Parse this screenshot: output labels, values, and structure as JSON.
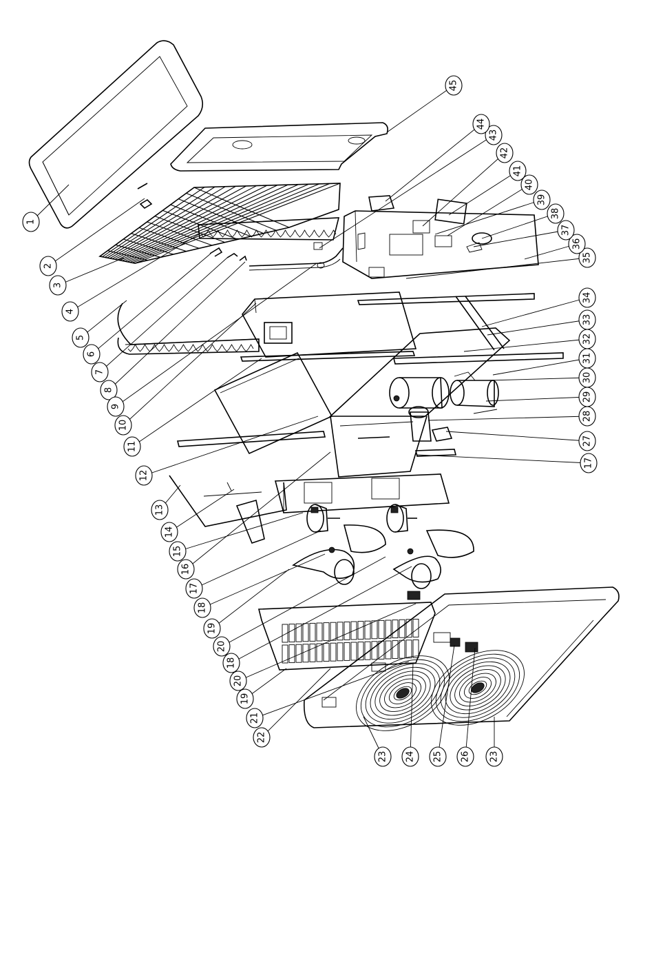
{
  "callouts": [
    {
      "label": "1"
    },
    {
      "label": "2"
    },
    {
      "label": "3"
    },
    {
      "label": "4"
    },
    {
      "label": "5"
    },
    {
      "label": "6"
    },
    {
      "label": "7"
    },
    {
      "label": "8"
    },
    {
      "label": "9"
    },
    {
      "label": "10"
    },
    {
      "label": "11"
    },
    {
      "label": "12"
    },
    {
      "label": "13"
    },
    {
      "label": "14"
    },
    {
      "label": "15"
    },
    {
      "label": "16"
    },
    {
      "label": "17"
    },
    {
      "label": "18"
    },
    {
      "label": "19"
    },
    {
      "label": "20"
    },
    {
      "label": "18"
    },
    {
      "label": "20"
    },
    {
      "label": "19"
    },
    {
      "label": "21"
    },
    {
      "label": "22"
    },
    {
      "label": "23"
    },
    {
      "label": "24"
    },
    {
      "label": "25"
    },
    {
      "label": "26"
    },
    {
      "label": "23"
    },
    {
      "label": "17"
    },
    {
      "label": "27"
    },
    {
      "label": "28"
    },
    {
      "label": "29"
    },
    {
      "label": "30"
    },
    {
      "label": "31"
    },
    {
      "label": "32"
    },
    {
      "label": "33"
    },
    {
      "label": "34"
    },
    {
      "label": "35"
    },
    {
      "label": "36"
    },
    {
      "label": "37"
    },
    {
      "label": "38"
    },
    {
      "label": "39"
    },
    {
      "label": "40"
    },
    {
      "label": "41"
    },
    {
      "label": "42"
    },
    {
      "label": "43"
    },
    {
      "label": "44"
    },
    {
      "label": "45"
    }
  ]
}
